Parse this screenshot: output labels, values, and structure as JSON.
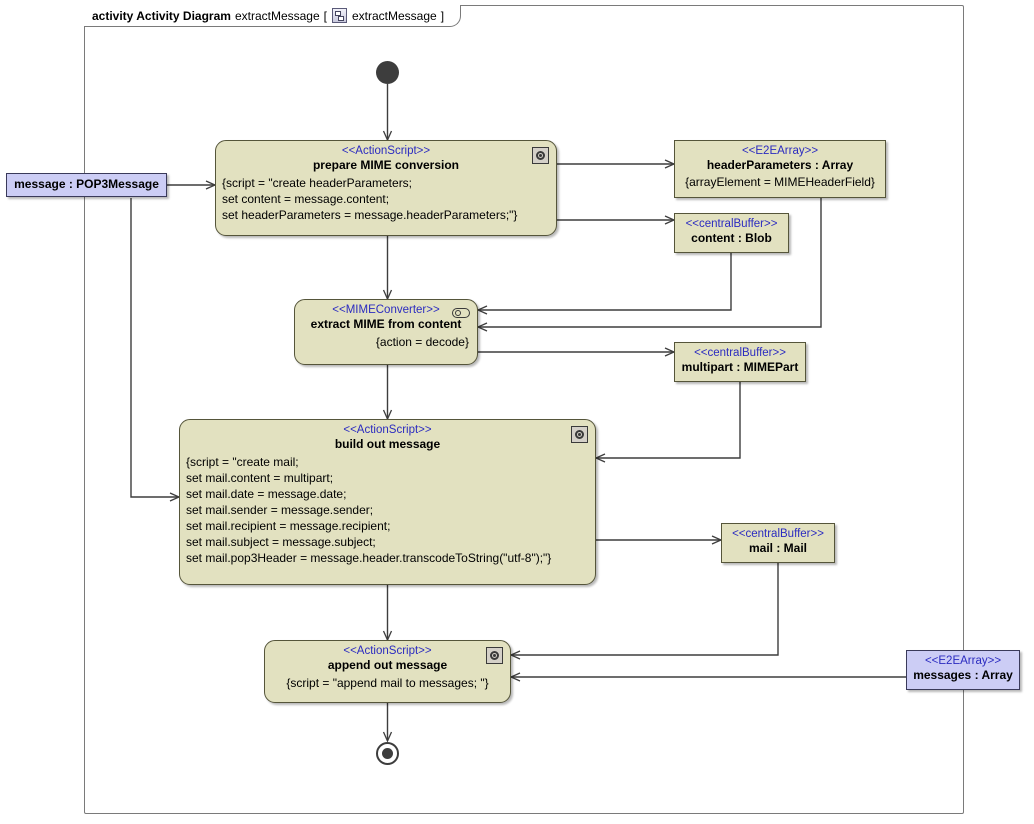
{
  "frame": {
    "kind": "activity Activity Diagram",
    "name": "extractMessage",
    "bracket_open": "[",
    "bracket_close": "]",
    "icon": "activity-diagram-icon",
    "qualified_name": "extractMessage"
  },
  "colors": {
    "node_fill": "#E2E1C0",
    "node_border": "#55553A",
    "pin_fill": "#CCCDF5",
    "pin_border": "#3A3A5A",
    "stereotype_text": "#2B2BC0",
    "connector": "#3D3D3D",
    "canvas": "#FFFFFF"
  },
  "nodes": {
    "initial": {
      "name": "initial-node",
      "label": ""
    },
    "final": {
      "name": "activity-final-node",
      "label": ""
    },
    "prepare_mime": {
      "stereotype": "<<ActionScript>>",
      "name": "prepare MIME conversion",
      "icon": "action-script-icon",
      "body": "{script = \"create headerParameters;\nset content = message.content;\nset headerParameters = message.headerParameters;\"}"
    },
    "extract_mime": {
      "stereotype": "<<MIMEConverter>>",
      "name": "extract MIME from content",
      "icon": "mime-converter-icon",
      "body": "{action = decode}"
    },
    "build_out": {
      "stereotype": "<<ActionScript>>",
      "name": "build out message",
      "icon": "action-script-icon",
      "body": "{script = \"create mail;\nset mail.content = multipart;\nset mail.date = message.date;\nset mail.sender = message.sender;\nset mail.recipient = message.recipient;\nset mail.subject = message.subject;\nset mail.pop3Header = message.header.transcodeToString(\"utf-8\");\"}"
    },
    "append_out": {
      "stereotype": "<<ActionScript>>",
      "name": "append out message",
      "icon": "action-script-icon",
      "body": "{script = \"append mail to messages; \"}"
    }
  },
  "objects": {
    "message_in": {
      "name": "message : POP3Message"
    },
    "header_parameters": {
      "stereotype": "<<E2EArray>>",
      "name": "headerParameters : Array",
      "body": "{arrayElement = MIMEHeaderField}"
    },
    "content": {
      "stereotype": "<<centralBuffer>>",
      "name": "content : Blob"
    },
    "multipart": {
      "stereotype": "<<centralBuffer>>",
      "name": "multipart : MIMEPart"
    },
    "mail": {
      "stereotype": "<<centralBuffer>>",
      "name": "mail : Mail"
    },
    "messages_out": {
      "stereotype": "<<E2EArray>>",
      "name": "messages : Array"
    }
  },
  "edges": [
    {
      "from": "initial",
      "to": "prepare MIME conversion"
    },
    {
      "from": "message : POP3Message",
      "to": "prepare MIME conversion"
    },
    {
      "from": "message : POP3Message",
      "to": "build out message"
    },
    {
      "from": "prepare MIME conversion",
      "to": "headerParameters : Array"
    },
    {
      "from": "prepare MIME conversion",
      "to": "content : Blob"
    },
    {
      "from": "prepare MIME conversion",
      "to": "extract MIME from content"
    },
    {
      "from": "content : Blob",
      "to": "extract MIME from content"
    },
    {
      "from": "headerParameters : Array",
      "to": "extract MIME from content"
    },
    {
      "from": "extract MIME from content",
      "to": "multipart : MIMEPart"
    },
    {
      "from": "extract MIME from content",
      "to": "build out message"
    },
    {
      "from": "multipart : MIMEPart",
      "to": "build out message"
    },
    {
      "from": "build out message",
      "to": "mail : Mail"
    },
    {
      "from": "build out message",
      "to": "append out message"
    },
    {
      "from": "mail : Mail",
      "to": "append out message"
    },
    {
      "from": "messages : Array",
      "to": "append out message"
    },
    {
      "from": "append out message",
      "to": "final"
    }
  ]
}
